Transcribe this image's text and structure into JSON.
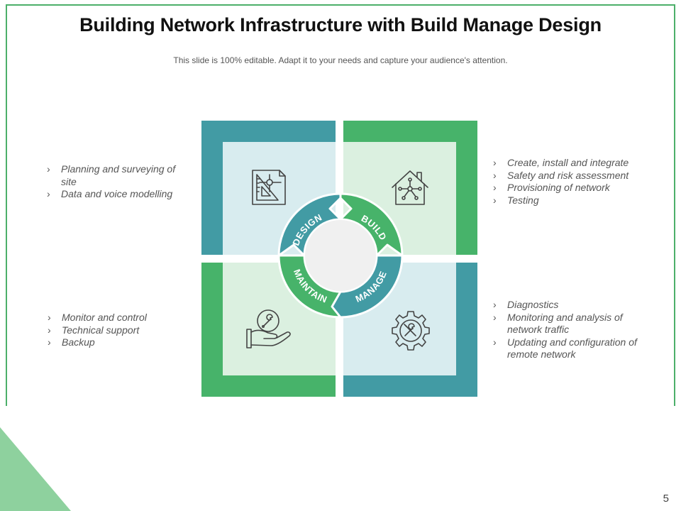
{
  "title": "Building Network Infrastructure with Build Manage Design",
  "subtitle": "This slide is 100% editable. Adapt it to your needs and capture your audience's attention.",
  "page_number": "5",
  "colors": {
    "teal": "#429ba4",
    "teal_light": "#d8ecef",
    "green": "#47b36a",
    "green_light": "#dbf0e0",
    "center": "#f0f0f0",
    "frame": "#4caf6a",
    "corner": "#8ed19e"
  },
  "segments": {
    "design": "DESIGN",
    "build": "BUILD",
    "maintain": "MAINTAIN",
    "manage": "MANAGE"
  },
  "icons": {
    "design": "blueprint-ruler-icon",
    "build": "smart-home-network-icon",
    "maintain": "hand-wrench-icon",
    "manage": "gear-tools-icon"
  },
  "bullet_marker": "›",
  "lists": {
    "design": [
      "Planning and surveying of site",
      "Data and voice modelling"
    ],
    "build": [
      "Create, install and integrate",
      "Safety and risk assessment",
      "Provisioning of network",
      "Testing"
    ],
    "maintain": [
      "Monitor and control",
      "Technical support",
      "Backup"
    ],
    "manage": [
      "Diagnostics",
      "Monitoring and analysis of network traffic",
      "Updating and configuration of remote network"
    ]
  }
}
